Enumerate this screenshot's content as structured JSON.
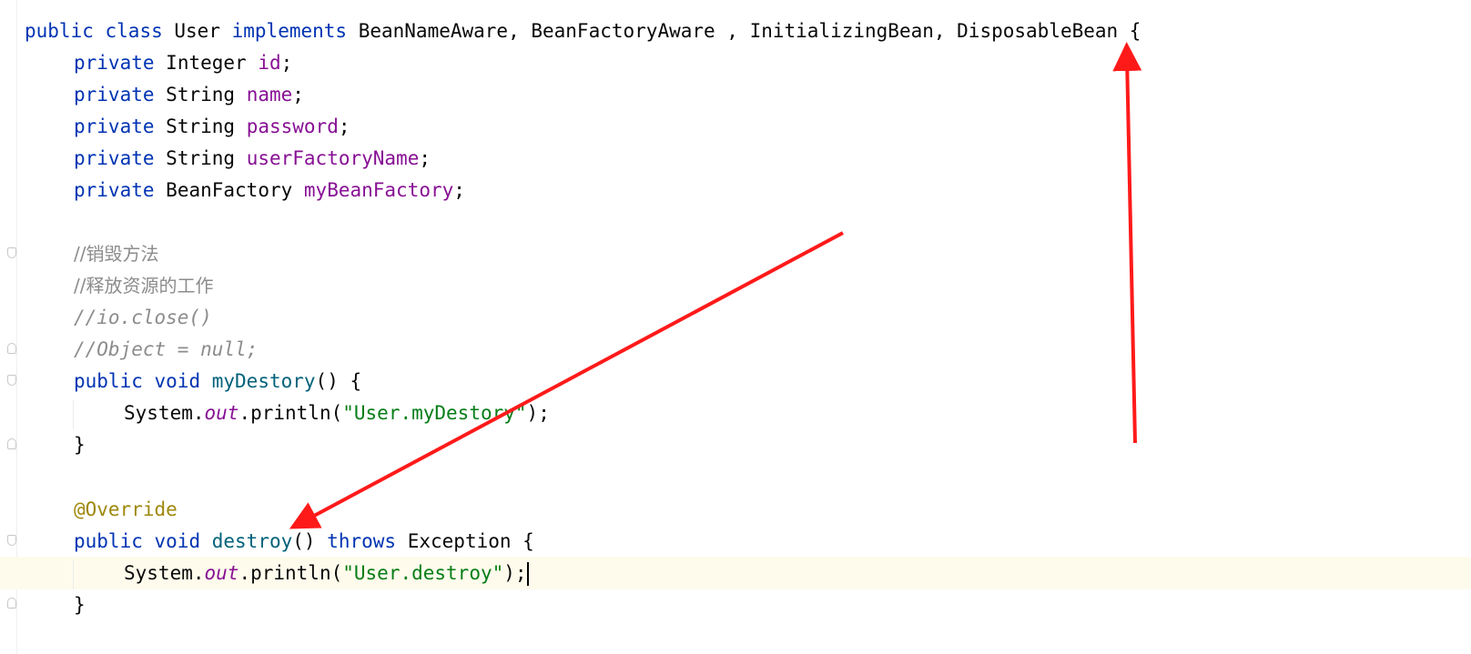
{
  "code": {
    "l0": {
      "kw1": "public",
      "kw2": "class",
      "name": "User",
      "kw3": "implements",
      "rest": "BeanNameAware, BeanFactoryAware , InitializingBean, DisposableBean {"
    },
    "l1": {
      "kw": "private",
      "type": "Integer",
      "field": "id",
      "end": ";"
    },
    "l2": {
      "kw": "private",
      "type": "String",
      "field": "name",
      "end": ";"
    },
    "l3": {
      "kw": "private",
      "type": "String",
      "field": "password",
      "end": ";"
    },
    "l4": {
      "kw": "private",
      "type": "String",
      "field": "userFactoryName",
      "end": ";"
    },
    "l5": {
      "kw": "private",
      "type": "BeanFactory",
      "field": "myBeanFactory",
      "end": ";"
    },
    "l6": {
      "comment": "//销毁方法"
    },
    "l7": {
      "comment": "//释放资源的工作"
    },
    "l8": {
      "comment": "//io.close()"
    },
    "l9": {
      "comment": "//Object = null;"
    },
    "l10": {
      "kw1": "public",
      "kw2": "void",
      "method": "myDestory",
      "rest": "() {"
    },
    "l11": {
      "pre": "System.",
      "static": "out",
      "mid": ".println(",
      "str": "\"User.myDestory\"",
      "end": ");"
    },
    "l12": {
      "text": "}"
    },
    "l13": {
      "anno": "@Override"
    },
    "l14": {
      "kw1": "public",
      "kw2": "void",
      "method": "destroy",
      "mid": "()",
      "kw3": "throws",
      "rest": "Exception {"
    },
    "l15": {
      "pre": "System.",
      "static": "out",
      "mid": ".println(",
      "str": "\"User.destroy\"",
      "end": ");"
    },
    "l16": {
      "text": "}"
    }
  },
  "colors": {
    "keyword": "#0033b3",
    "field": "#871094",
    "comment": "#8c8c8c",
    "method": "#00627a",
    "string": "#067d17",
    "annotation": "#9e880d",
    "arrow": "#ff1a1a",
    "current_line": "#fefbec"
  }
}
